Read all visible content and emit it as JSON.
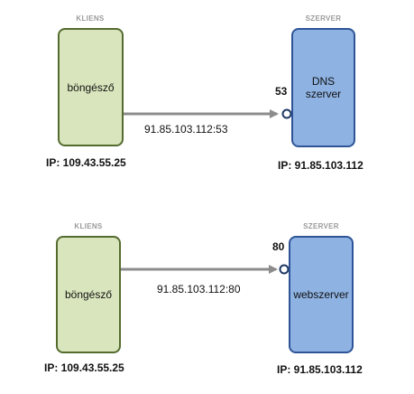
{
  "diagrams": [
    {
      "client": {
        "role": "KLIENS",
        "label": "böngésző",
        "ip": "IP: 109.43.55.25"
      },
      "server": {
        "role": "SZERVER",
        "label_lines": [
          "DNS",
          "szerver"
        ],
        "ip": "IP: 91.85.103.112",
        "port": "53"
      },
      "connection": {
        "address": "91.85.103.112:53"
      }
    },
    {
      "client": {
        "role": "KLIENS",
        "label": "böngésző",
        "ip": "IP: 109.43.55.25"
      },
      "server": {
        "role": "SZERVER",
        "label_lines": [
          "webszerver"
        ],
        "ip": "IP: 91.85.103.112",
        "port": "80"
      },
      "connection": {
        "address": "91.85.103.112:80"
      }
    }
  ],
  "colors": {
    "client_fill": "#d9e6bd",
    "client_border": "#556b2f",
    "server_fill": "#8eb2e2",
    "server_border": "#2f5597",
    "arrow": "#8c8c8c",
    "port_circle": "#1f3864"
  }
}
